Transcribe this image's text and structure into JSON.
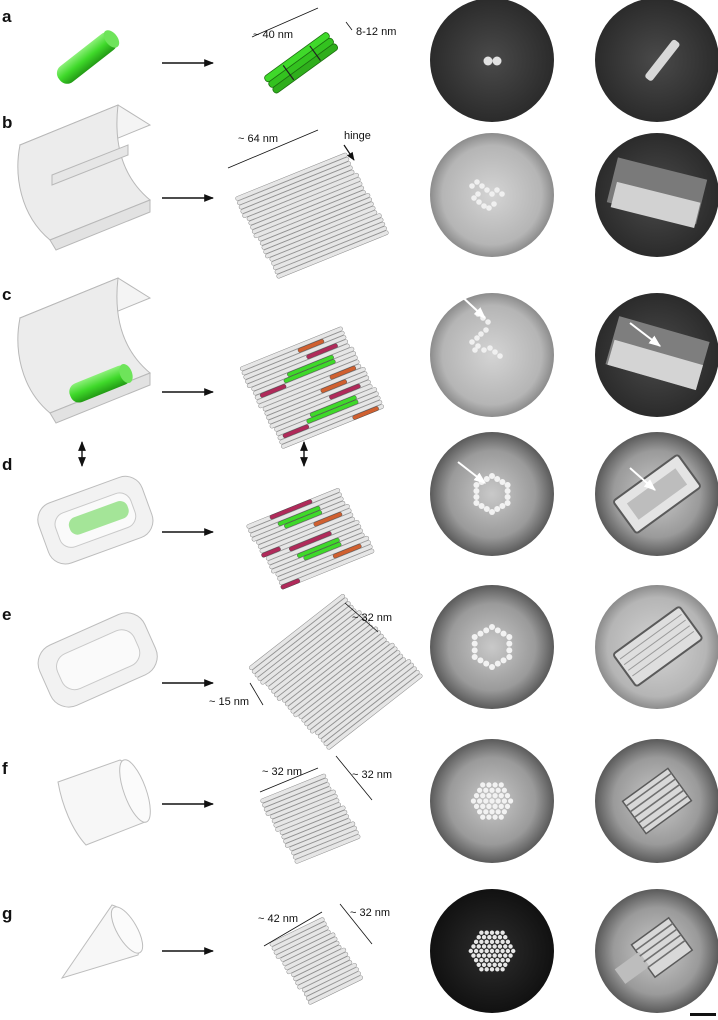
{
  "figure": {
    "panels": [
      {
        "label": "a",
        "annotations": [
          "~ 40 nm",
          "8-12 nm"
        ]
      },
      {
        "label": "b",
        "annotations": [
          "~ 64 nm",
          "hinge"
        ]
      },
      {
        "label": "c",
        "annotations": []
      },
      {
        "label": "d",
        "annotations": []
      },
      {
        "label": "e",
        "annotations": [
          "~ 32 nm",
          "~ 15 nm"
        ]
      },
      {
        "label": "f",
        "annotations": [
          "~ 32 nm",
          "~ 32 nm"
        ]
      },
      {
        "label": "g",
        "annotations": [
          "~ 42 nm",
          "~ 32 nm"
        ]
      }
    ],
    "colors": {
      "guest_green": "#3fd92a",
      "helix_magenta": "#b02a5a",
      "helix_orange": "#d06030",
      "helix_gray": "#c8c8c8",
      "em_dark_bg": "#3a3a3a",
      "em_light_bg": "#a9a9a9"
    }
  }
}
